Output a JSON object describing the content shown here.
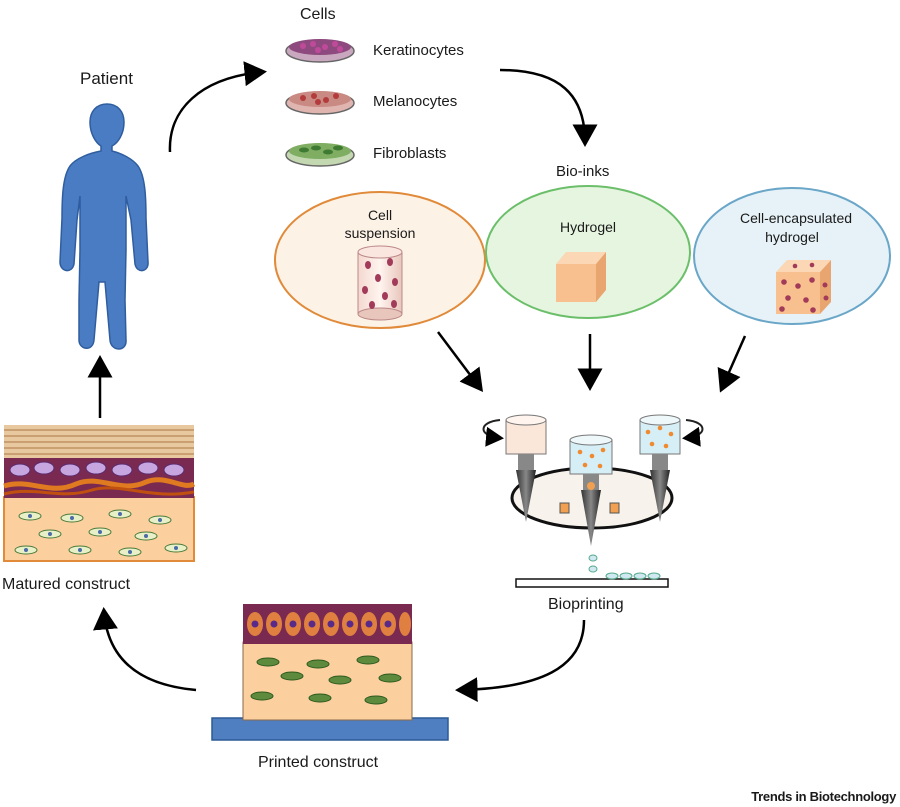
{
  "labels": {
    "patient": "Patient",
    "cells": "Cells",
    "keratinocytes": "Keratinocytes",
    "melanocytes": "Melanocytes",
    "fibroblasts": "Fibroblasts",
    "bioinks": "Bio-inks",
    "cell_suspension_1": "Cell",
    "cell_suspension_2": "suspension",
    "hydrogel": "Hydrogel",
    "cell_encap_1": "Cell-encapsulated",
    "cell_encap_2": "hydrogel",
    "bioprinting": "Bioprinting",
    "printed_construct": "Printed construct",
    "matured_construct": "Matured construct",
    "source": "Trends in Biotechnology"
  },
  "colors": {
    "patient": "#4a7cc4",
    "ellipse_orange": "#e08a3a",
    "ellipse_green": "#6cbf6a",
    "ellipse_blue": "#6aa6c8",
    "tissue_base": "#fbcf9e",
    "platform": "#4f7fc0"
  }
}
